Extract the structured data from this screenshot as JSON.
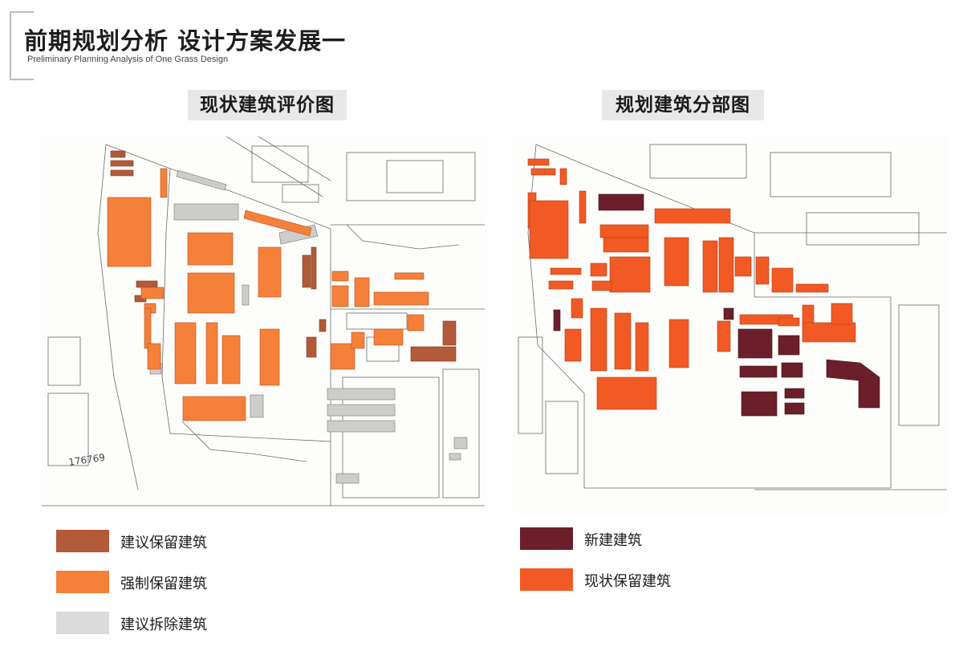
{
  "header": {
    "title": "前期规划分析  设计方案发展一",
    "subtitle": "Preliminary Planning Analysis of One Grass Design"
  },
  "panels": [
    {
      "title": "现状建筑评价图"
    },
    {
      "title": "规划建筑分部图"
    }
  ],
  "left_legend": [
    {
      "label": "建议保留建筑",
      "color": "#b35a3a"
    },
    {
      "label": "强制保留建筑",
      "color": "#f4803a"
    },
    {
      "label": "建议拆除建筑",
      "color": "#dcdadb"
    }
  ],
  "right_legend": [
    {
      "label": "新建建筑",
      "color": "#6b1f2a"
    },
    {
      "label": "现状保留建筑",
      "color": "#f15a24"
    }
  ],
  "map_annotations": {
    "handwritten_code": "176769"
  },
  "colors": {
    "suggest_retain": "#b35a3a",
    "mandatory_retain": "#f4803a",
    "suggest_demolish": "#cfcdcc",
    "new_building": "#6b1f2a",
    "existing_retained": "#f15a24",
    "linework": "#555555"
  }
}
